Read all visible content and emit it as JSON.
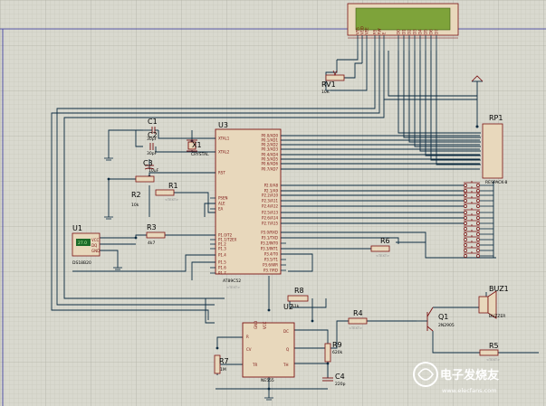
{
  "colors": {
    "background": "#d9d9cf",
    "wire": "#0b2a40",
    "component_outline": "#7a1010",
    "ic_fill": "#e8d8bc",
    "lcd_screen": "#7ea33a",
    "watermark": "#ffffff"
  },
  "lcd": {
    "pins": [
      "VSS",
      "VDD",
      "VEE",
      "RS",
      "RW",
      "E",
      "D0",
      "D1",
      "D2",
      "D3",
      "D4",
      "D5",
      "D6",
      "D7"
    ]
  },
  "rv1": {
    "ref": "RV1",
    "value": "10K"
  },
  "rp1": {
    "ref": "RP1",
    "part": "RESPACK-8"
  },
  "u3": {
    "ref": "U3",
    "part": "AT89C52",
    "left_pins": [
      "XTAL1",
      "XTAL2",
      "RST",
      "PSEN",
      "ALE",
      "EA",
      "P1.0/T2",
      "P1.1/T2EX",
      "P1.2",
      "P1.3",
      "P1.4",
      "P1.5",
      "P1.6",
      "P1.7"
    ],
    "right_pins": [
      "P0.0/AD0",
      "P0.1/AD1",
      "P0.2/AD2",
      "P0.3/AD3",
      "P0.4/AD4",
      "P0.5/AD5",
      "P0.6/AD6",
      "P0.7/AD7",
      "P2.0/A8",
      "P2.1/A9",
      "P2.2/A10",
      "P2.3/A11",
      "P2.4/A12",
      "P2.5/A13",
      "P2.6/A14",
      "P2.7/A15",
      "P3.0/RXD",
      "P3.1/TXD",
      "P3.2/INT0",
      "P3.3/INT1",
      "P3.4/T0",
      "P3.5/T1",
      "P3.6/WR",
      "P3.7/RD"
    ]
  },
  "c1": {
    "ref": "C1",
    "value": "30pF"
  },
  "c2": {
    "ref": "C2",
    "value": "30pF"
  },
  "c3": {
    "ref": "C3",
    "value": "10uF"
  },
  "x1": {
    "ref": "X1",
    "value": "CRYSTAL"
  },
  "r1": {
    "ref": "R1",
    "value": "<TEXT>"
  },
  "r2": {
    "ref": "R2",
    "value": "10k"
  },
  "r3": {
    "ref": "R3",
    "value": "4k7"
  },
  "u1": {
    "ref": "U1",
    "part": "DS18B20",
    "display": "27.0",
    "pins": [
      "VCC",
      "DQ",
      "GND"
    ]
  },
  "r6": {
    "ref": "R6",
    "value": "<TEXT>"
  },
  "r8": {
    "ref": "R8",
    "value": "51k"
  },
  "u2": {
    "ref": "U2",
    "part": "NE555",
    "pins": [
      "GND",
      "VCC",
      "R",
      "CV",
      "DC",
      "Q",
      "TR",
      "TH"
    ]
  },
  "r4": {
    "ref": "R4",
    "value": "<TEXT>"
  },
  "q1": {
    "ref": "Q1",
    "part": "2N2905"
  },
  "buz1": {
    "ref": "BUZ1",
    "part": "BUZZER"
  },
  "r9": {
    "ref": "R9",
    "value": "620k"
  },
  "r7": {
    "ref": "R7",
    "value": "1M"
  },
  "c4": {
    "ref": "C4",
    "value": "220p"
  },
  "r5": {
    "ref": "R5",
    "value": "<TEXT>"
  },
  "placeholder": "<TEXT>",
  "watermark": {
    "cn": "电子发烧友",
    "url": "www.elecfans.com"
  }
}
